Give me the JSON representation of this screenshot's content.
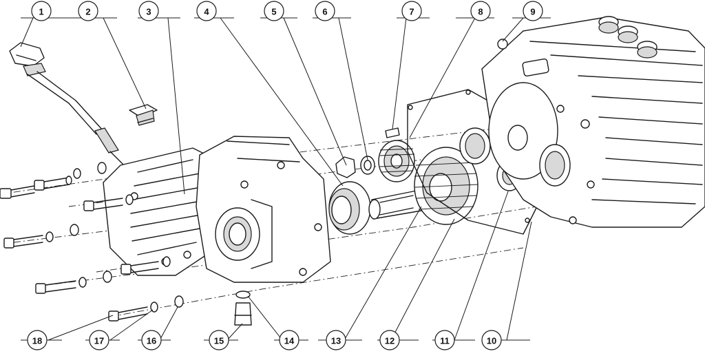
{
  "callouts": [
    {
      "id": "1",
      "label": "1"
    },
    {
      "id": "2",
      "label": "2"
    },
    {
      "id": "3",
      "label": "3"
    },
    {
      "id": "4",
      "label": "4"
    },
    {
      "id": "5",
      "label": "5"
    },
    {
      "id": "6",
      "label": "6"
    },
    {
      "id": "7",
      "label": "7"
    },
    {
      "id": "8",
      "label": "8"
    },
    {
      "id": "9",
      "label": "9"
    },
    {
      "id": "10",
      "label": "10"
    },
    {
      "id": "11",
      "label": "11"
    },
    {
      "id": "12",
      "label": "12"
    },
    {
      "id": "13",
      "label": "13"
    },
    {
      "id": "14",
      "label": "14"
    },
    {
      "id": "15",
      "label": "15"
    },
    {
      "id": "16",
      "label": "16"
    },
    {
      "id": "17",
      "label": "17"
    },
    {
      "id": "18",
      "label": "18"
    }
  ],
  "colors": {
    "line": "#1a1a1a",
    "background": "#ffffff",
    "shade": "#d9d9d9"
  }
}
